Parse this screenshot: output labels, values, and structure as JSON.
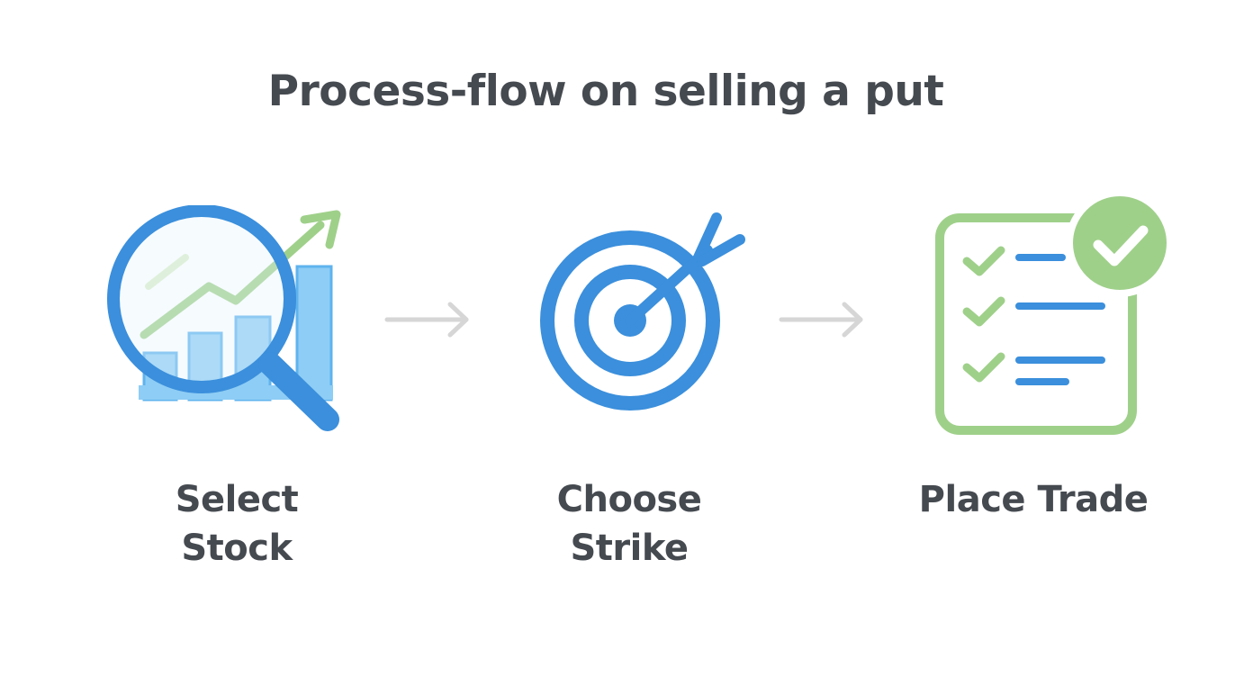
{
  "title": "Process-flow on selling a put",
  "steps": [
    {
      "lines": [
        "Select",
        "Stock"
      ],
      "icon": "magnifier-chart-icon"
    },
    {
      "lines": [
        "Choose",
        "Strike"
      ],
      "icon": "target-icon"
    },
    {
      "lines": [
        "Place Trade"
      ],
      "icon": "checklist-icon"
    }
  ],
  "connectors": [
    "arrow-right-icon",
    "arrow-right-icon"
  ],
  "colors": {
    "text": "#454a50",
    "blue": "#3b8fdc",
    "blue_light": "#8ecdf5",
    "green": "#9fd08a",
    "arrow": "#d6d6d6"
  }
}
